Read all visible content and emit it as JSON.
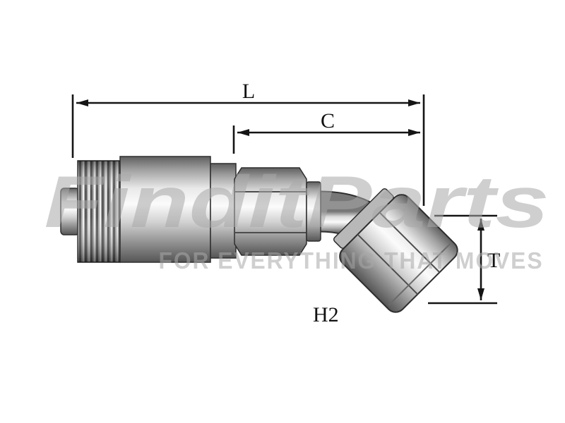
{
  "diagram": {
    "dimensions": {
      "overall_length": "L",
      "cutoff_length": "C",
      "thread_size": "T",
      "port_label": "H2"
    },
    "watermark": {
      "brand": "FinditParts",
      "tagline": "FOR EVERYTHING THAT MOVES"
    },
    "colors": {
      "background": "#ffffff",
      "line": "#141414",
      "watermark": "#a9a9a9",
      "metal_light": "#fbfbfb",
      "metal_dark": "#555555"
    }
  }
}
